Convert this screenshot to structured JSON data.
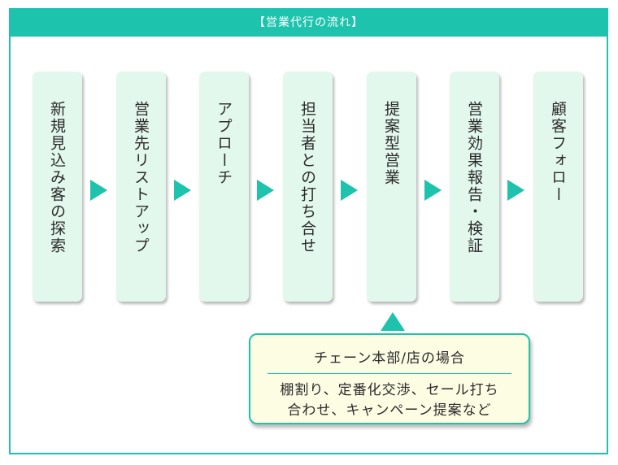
{
  "header": {
    "title": "【営業代行の流れ】"
  },
  "steps": [
    {
      "label": "新規見込み客の探索"
    },
    {
      "label": "営業先リストアップ"
    },
    {
      "label": "アプローチ"
    },
    {
      "label": "担当者との打ち合せ"
    },
    {
      "label": "提案型営業"
    },
    {
      "label": "営業効果報告・検証"
    },
    {
      "label": "顧客フォロー"
    }
  ],
  "chain_note": {
    "title": "チェーン本部/店の場合",
    "line1": "棚割り、定番化交渉、セール打ち",
    "line2": "合わせ、キャンペーン提案など"
  },
  "colors": {
    "accent": "#1ec3ad",
    "step_fill": "#e3f8ec",
    "note_fill": "#fdfde4"
  }
}
